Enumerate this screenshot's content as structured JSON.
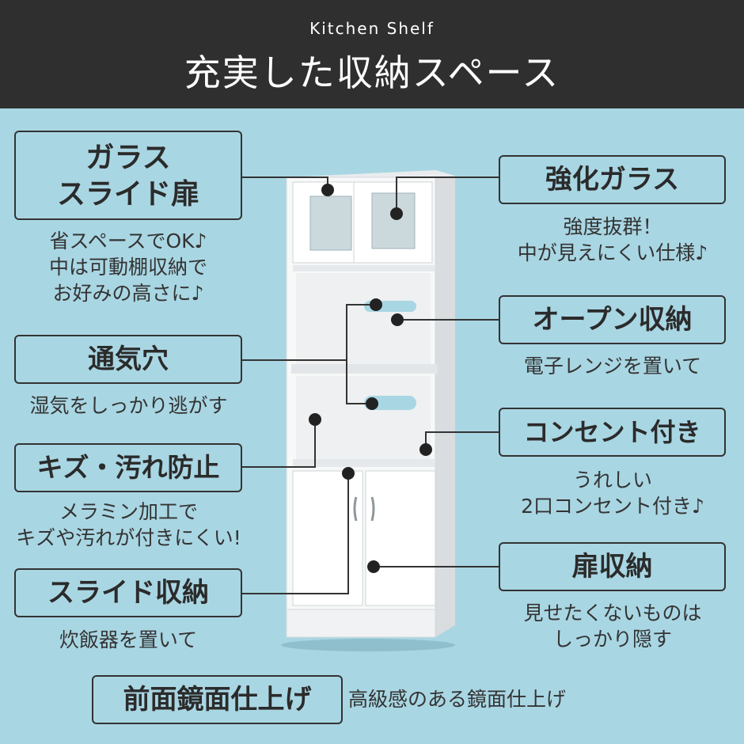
{
  "header": {
    "subtitle": "Kitchen Shelf",
    "title": "充実した収納スペース"
  },
  "features": {
    "glass_slide": {
      "label_lines": [
        "ガラス",
        "スライド扉"
      ],
      "desc_lines": [
        "省スペースでOK♪",
        "中は可動棚収納で",
        "お好みの高さに♪"
      ]
    },
    "tempered_glass": {
      "label": "強化ガラス",
      "desc_lines": [
        "強度抜群！",
        "中が見えにくい仕様♪"
      ]
    },
    "vent_hole": {
      "label": "通気穴",
      "desc_lines": [
        "湿気をしっかり逃がす"
      ]
    },
    "open_storage": {
      "label": "オープン収納",
      "desc_lines": [
        "電子レンジを置いて"
      ]
    },
    "scratch_resist": {
      "label": "キズ・汚れ防止",
      "desc_lines": [
        "メラミン加工で",
        "キズや汚れが付きにくい!"
      ]
    },
    "outlet": {
      "label": "コンセント付き",
      "desc_lines": [
        "うれしい",
        "2口コンセント付き♪"
      ]
    },
    "slide_storage": {
      "label": "スライド収納",
      "desc_lines": [
        "炊飯器を置いて"
      ]
    },
    "door_storage": {
      "label": "扉収納",
      "desc_lines": [
        "見せたくないものは",
        "しっかり隠す"
      ]
    },
    "mirror_finish": {
      "label": "前面鏡面仕上げ",
      "desc": "高級感のある鏡面仕上げ"
    }
  },
  "colors": {
    "background": "#a9d6e3",
    "header": "#2f2f2f",
    "ink": "#2b2b2b"
  }
}
